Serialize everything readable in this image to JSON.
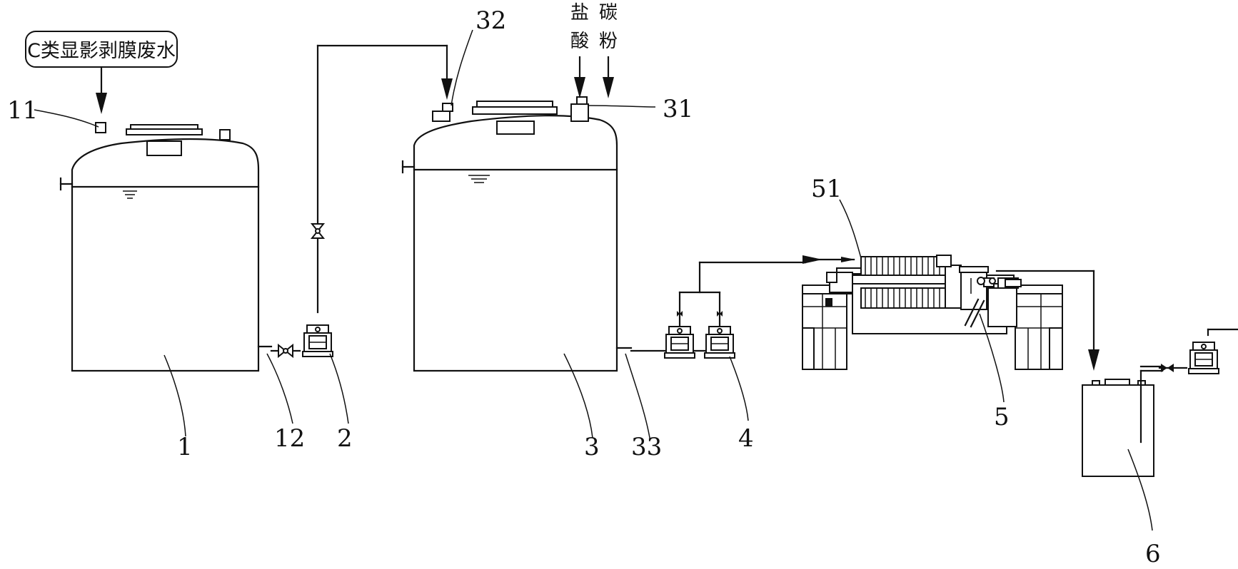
{
  "source_label": "C类显影剥膜废水",
  "reagents": {
    "hcl_char1": "盐",
    "hcl_char2": "酸",
    "carbon_char1": "碳",
    "carbon_char2": "粉"
  },
  "labels": {
    "tank1": "1",
    "pump2": "2",
    "tank3": "3",
    "pump4": "4",
    "filter_press5": "5",
    "tank6": "6",
    "inlet11": "11",
    "outlet12": "12",
    "inlet31": "31",
    "inlet32": "32",
    "outlet33": "33",
    "plates51": "51"
  }
}
